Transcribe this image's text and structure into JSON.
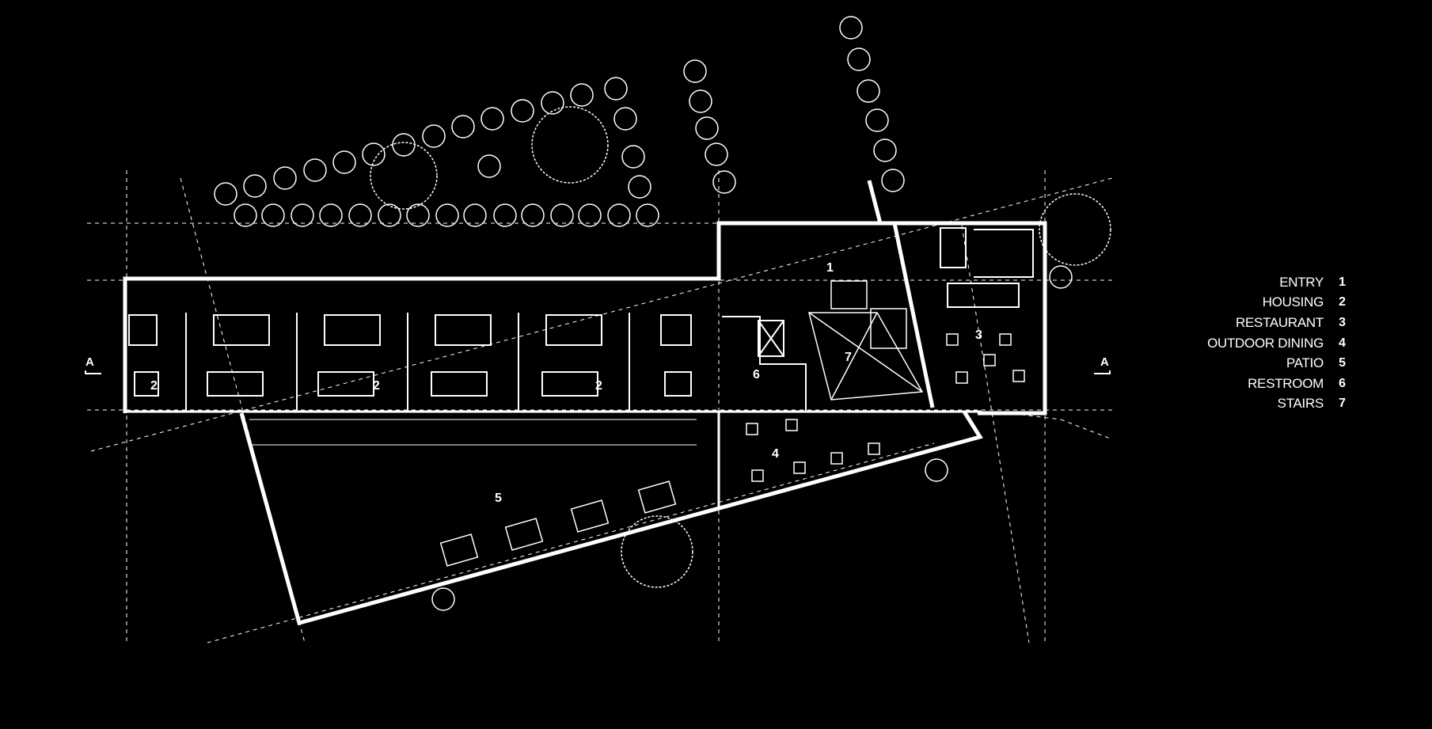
{
  "legend": [
    {
      "label": "ENTRY",
      "number": "1"
    },
    {
      "label": "HOUSING",
      "number": "2"
    },
    {
      "label": "RESTAURANT",
      "number": "3"
    },
    {
      "label": "OUTDOOR DINING",
      "number": "4"
    },
    {
      "label": "PATIO",
      "number": "5"
    },
    {
      "label": "RESTROOM",
      "number": "6"
    },
    {
      "label": "STAIRS",
      "number": "7"
    }
  ],
  "plan": {
    "section_mark": "A",
    "room_labels": {
      "entry": "1",
      "housing": "2",
      "restaurant": "3",
      "outdoor_dining": "4",
      "patio": "5",
      "restroom": "6",
      "stairs": "7"
    }
  },
  "colors": {
    "background": "#000000",
    "linework": "#ffffff"
  }
}
